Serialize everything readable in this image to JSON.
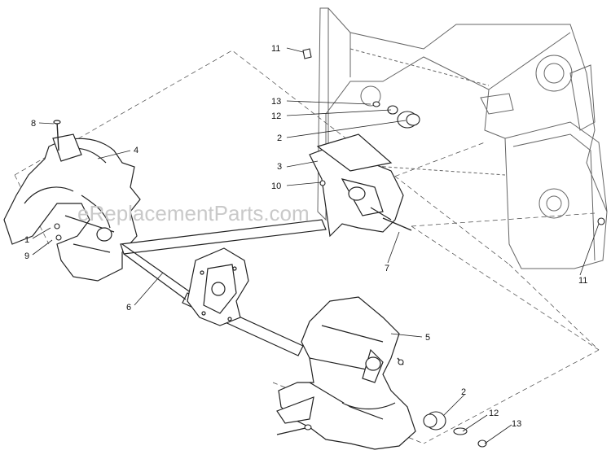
{
  "watermark": "eReplacementParts.com",
  "callouts": [
    {
      "id": "c11a",
      "text": "11"
    },
    {
      "id": "c13a",
      "text": "13"
    },
    {
      "id": "c12a",
      "text": "12"
    },
    {
      "id": "c2a",
      "text": "2"
    },
    {
      "id": "c3",
      "text": "3"
    },
    {
      "id": "c10",
      "text": "10"
    },
    {
      "id": "c8",
      "text": "8"
    },
    {
      "id": "c4",
      "text": "4"
    },
    {
      "id": "c1",
      "text": "1"
    },
    {
      "id": "c9",
      "text": "9"
    },
    {
      "id": "c7",
      "text": "7"
    },
    {
      "id": "c11b",
      "text": "11"
    },
    {
      "id": "c6",
      "text": "6"
    },
    {
      "id": "c5",
      "text": "5"
    },
    {
      "id": "c2b",
      "text": "2"
    },
    {
      "id": "c12b",
      "text": "12"
    },
    {
      "id": "c13b",
      "text": "13"
    }
  ]
}
